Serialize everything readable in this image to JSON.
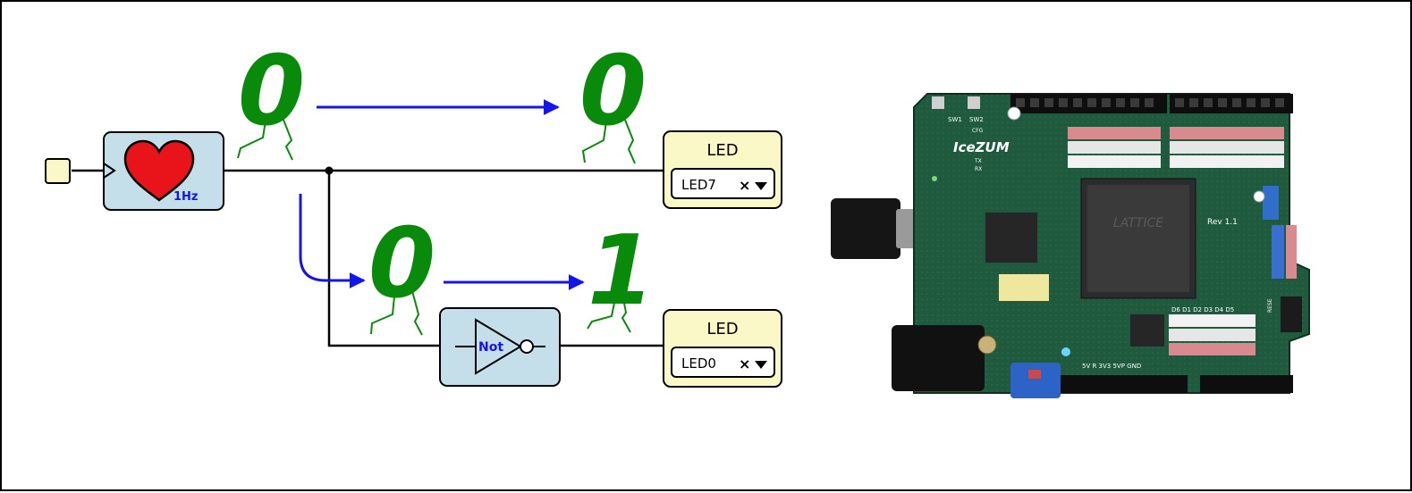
{
  "diagram": {
    "clock_block": {
      "label": "1Hz"
    },
    "not_block": {
      "label": "Not"
    },
    "led_top": {
      "title": "LED",
      "pin": "LED7",
      "clear": "×"
    },
    "led_bottom": {
      "title": "LED",
      "pin": "LED0",
      "clear": "×"
    },
    "values": {
      "top_left": "0",
      "top_right": "0",
      "bottom_left": "0",
      "bottom_right": "1"
    },
    "colors": {
      "block_fill": "#c5dfea",
      "led_fill": "#fbf8c8",
      "number_green": "#0a8a0a",
      "arrow_blue": "#1414f0",
      "heart_red": "#e8141a"
    }
  },
  "board": {
    "labels": {
      "name": "IceZUM",
      "chip": "LATTICE",
      "revision": "Rev 1.1",
      "sw1": "SW1",
      "sw2": "SW2",
      "cfg": "CFG",
      "tx": "TX",
      "rx": "RX",
      "reset": "RESE",
      "power_row": "5V  R  3V3  5VP  GND",
      "digital_row": "D6 D1 D2 D3 D4 D5"
    }
  }
}
